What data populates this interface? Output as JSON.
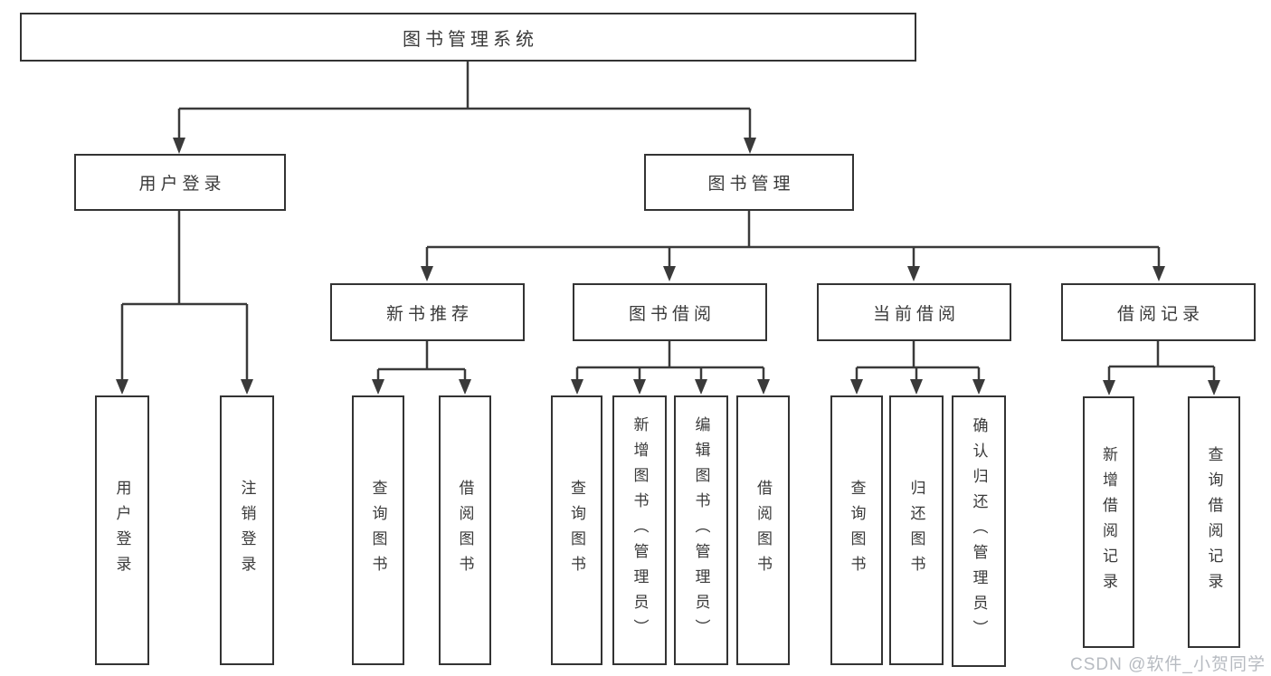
{
  "colors": {
    "line": "#3a3a3a",
    "box_border": "#333333",
    "text": "#3a3a3a",
    "background": "#ffffff",
    "watermark": "#b7bbc1"
  },
  "diagram": {
    "root": {
      "label": "图书管理系统"
    },
    "level2": [
      {
        "id": "user-login",
        "label": "用户登录"
      },
      {
        "id": "book-management",
        "label": "图书管理"
      }
    ],
    "level3": [
      {
        "id": "new-book-recommend",
        "label": "新书推荐"
      },
      {
        "id": "book-borrow",
        "label": "图书借阅"
      },
      {
        "id": "current-borrow",
        "label": "当前借阅"
      },
      {
        "id": "borrow-records",
        "label": "借阅记录"
      }
    ],
    "leaves": [
      {
        "id": "user-login",
        "label": "用户登录"
      },
      {
        "id": "logout",
        "label": "注销登录"
      },
      {
        "id": "recommend-query-book",
        "label": "查询图书"
      },
      {
        "id": "recommend-borrow-book",
        "label": "借阅图书"
      },
      {
        "id": "borrow-query-book",
        "label": "查询图书"
      },
      {
        "id": "borrow-add-book",
        "label": "新增图书（管理员）"
      },
      {
        "id": "borrow-edit-book",
        "label": "编辑图书（管理员）"
      },
      {
        "id": "borrow-borrow-book",
        "label": "借阅图书"
      },
      {
        "id": "current-query-book",
        "label": "查询图书"
      },
      {
        "id": "current-return-book",
        "label": "归还图书"
      },
      {
        "id": "current-confirm-return",
        "label": "确认归还（管理员）"
      },
      {
        "id": "records-add-record",
        "label": "新增借阅记录"
      },
      {
        "id": "records-query-record",
        "label": "查询借阅记录"
      }
    ]
  },
  "watermark": {
    "text": "CSDN @软件_小贺同学"
  }
}
